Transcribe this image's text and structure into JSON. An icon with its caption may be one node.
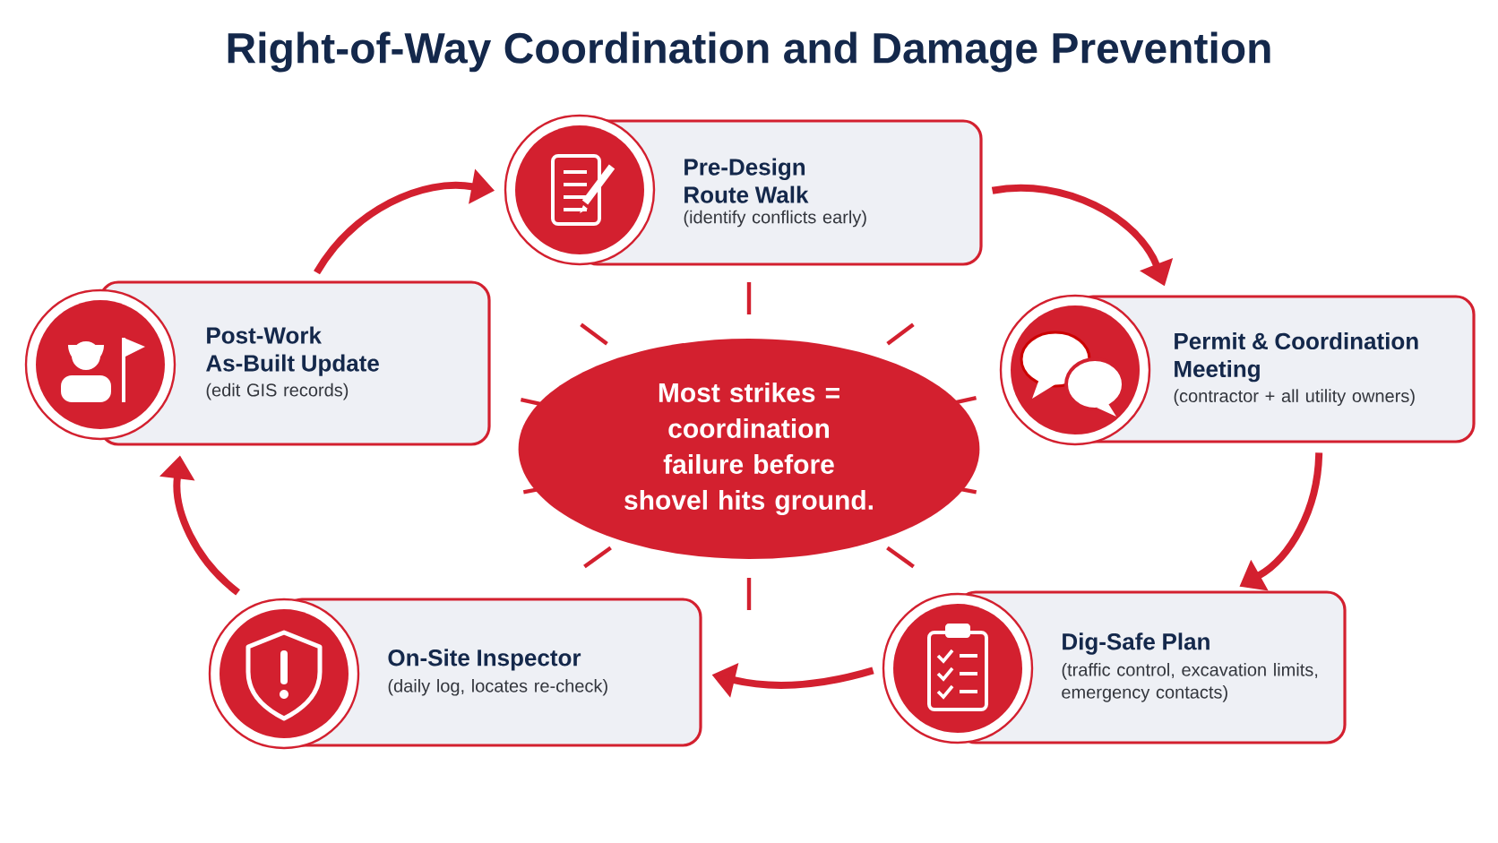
{
  "diagram": {
    "title": "Right-of-Way Coordination and Damage Prevention",
    "nodes": [
      {
        "text": [
          "Pre-Design Route Walk",
          "(identify conflicts early)"
        ]
      },
      {
        "text": [
          "Permit & Coordination Meeting",
          "(contractor + all utility owners)"
        ]
      },
      {
        "text": [
          "Dig-Safe Plan",
          "(traffic control, excavation limits, emergency contacts)"
        ]
      },
      {
        "text": [
          "On-Site Inspector",
          "(daily log, locates re-check)"
        ]
      },
      {
        "text": [
          "Post-Work As-Built Update",
          "(edit GIS records)"
        ]
      },
      {
        "text": [
          "Most strikes = coordination failure before shovel hits ground."
        ]
      }
    ],
    "edges": [
      {
        "from": 0,
        "to": 1,
        "arrow": "to"
      },
      {
        "from": 1,
        "to": 2,
        "arrow": "to"
      },
      {
        "from": 2,
        "to": 3,
        "arrow": "to"
      },
      {
        "from": 3,
        "to": 4,
        "arrow": "to"
      },
      {
        "from": 4,
        "to": 0,
        "arrow": "to"
      }
    ]
  }
}
